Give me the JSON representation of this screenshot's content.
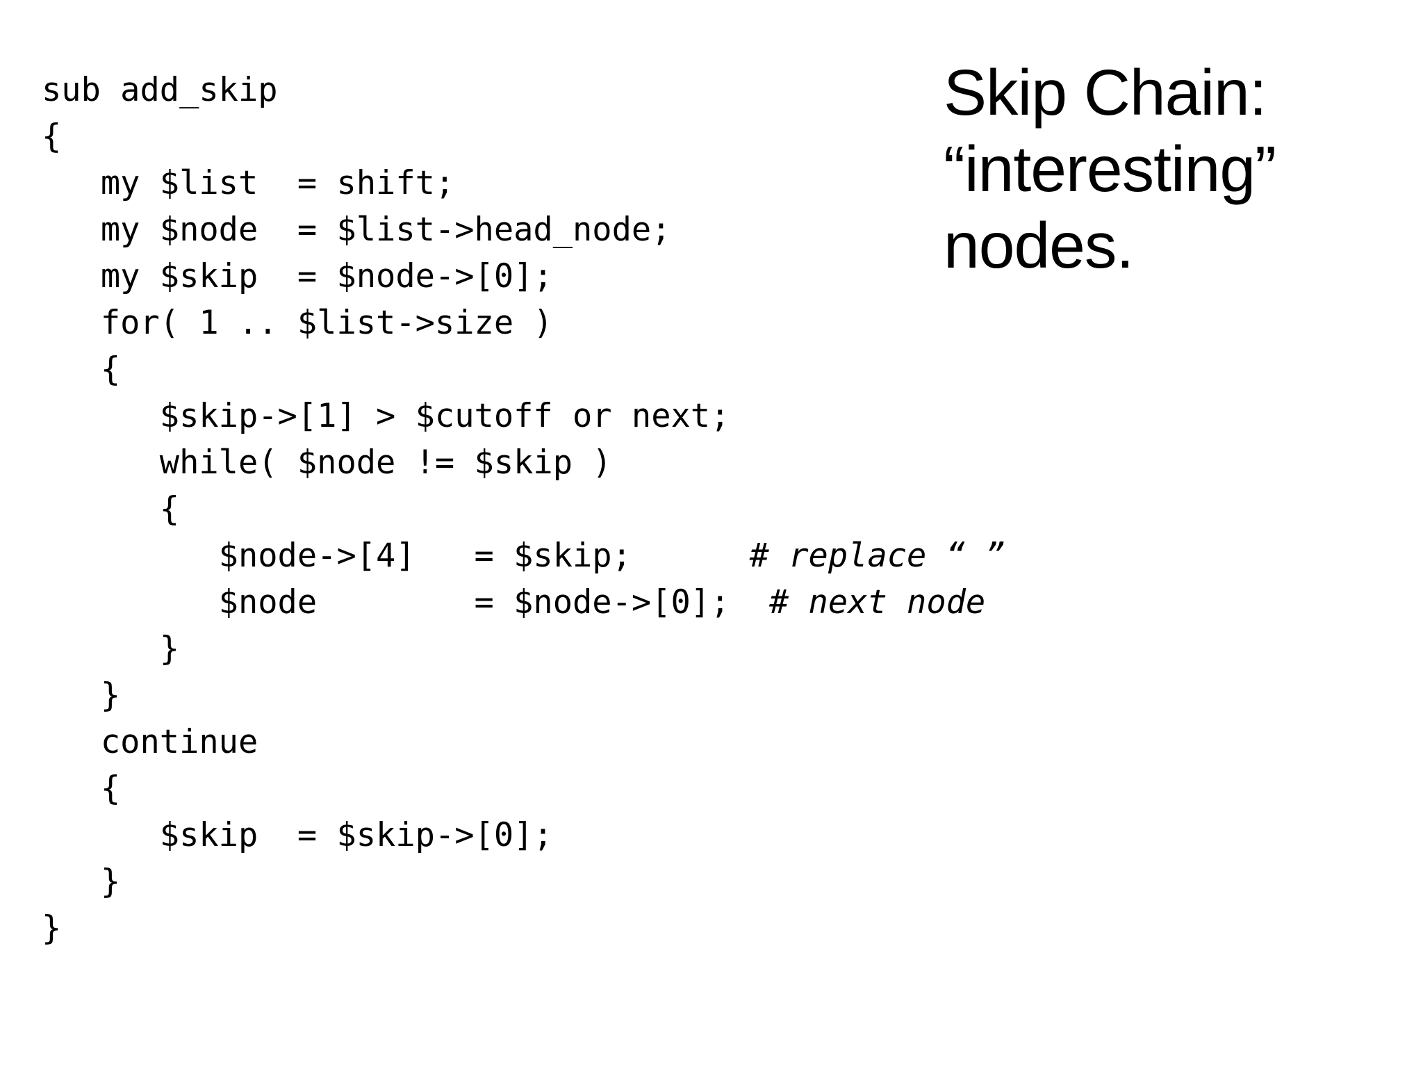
{
  "slide": {
    "background_color": "#ffffff",
    "text_color": "#000000"
  },
  "title": {
    "name": "slide-title",
    "lines": [
      "Skip Chain:",
      "“interesting”",
      "nodes."
    ]
  },
  "code": {
    "language": "perl",
    "lines": [
      {
        "text": "sub add_skip",
        "comment": ""
      },
      {
        "text": "{",
        "comment": ""
      },
      {
        "text": "   my $list  = shift;",
        "comment": ""
      },
      {
        "text": "   my $node  = $list->head_node;",
        "comment": ""
      },
      {
        "text": "   my $skip  = $node->[0];",
        "comment": ""
      },
      {
        "text": "   for( 1 .. $list->size )",
        "comment": ""
      },
      {
        "text": "   {",
        "comment": ""
      },
      {
        "text": "      $skip->[1] > $cutoff or next;",
        "comment": ""
      },
      {
        "text": "      while( $node != $skip )",
        "comment": ""
      },
      {
        "text": "      {",
        "comment": ""
      },
      {
        "text": "         $node->[4]   = $skip;      ",
        "comment": "# replace “ ”"
      },
      {
        "text": "         $node        = $node->[0];  ",
        "comment": "# next node"
      },
      {
        "text": "      }",
        "comment": ""
      },
      {
        "text": "   }",
        "comment": ""
      },
      {
        "text": "   continue",
        "comment": ""
      },
      {
        "text": "   {",
        "comment": ""
      },
      {
        "text": "      $skip  = $skip->[0];",
        "comment": ""
      },
      {
        "text": "   }",
        "comment": ""
      },
      {
        "text": "}",
        "comment": ""
      }
    ]
  }
}
